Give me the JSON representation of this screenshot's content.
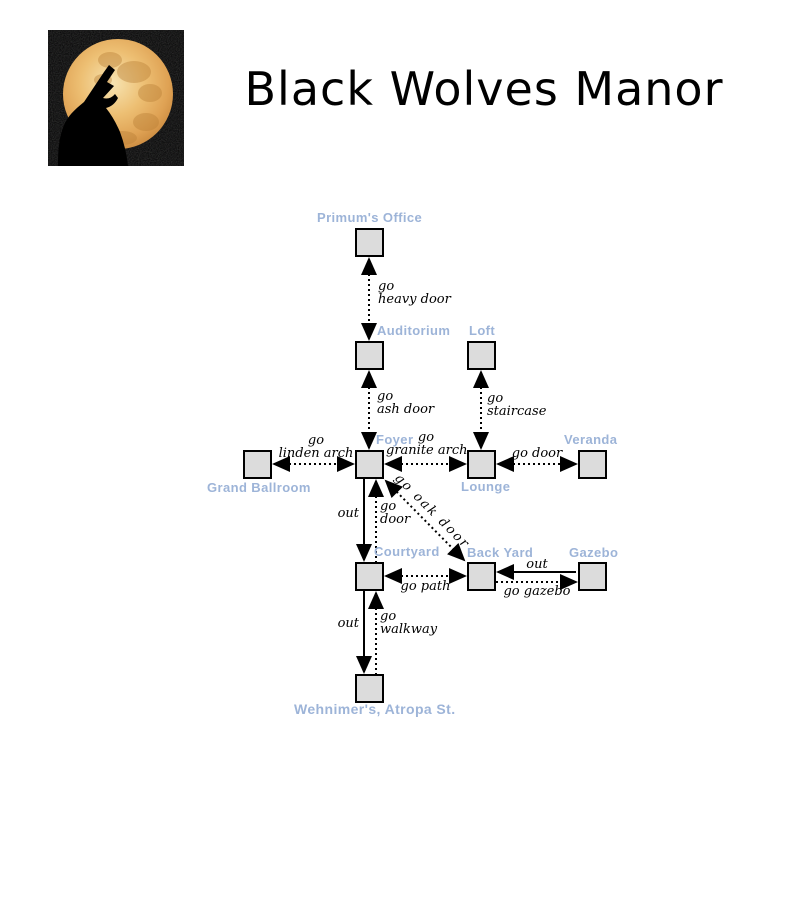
{
  "title": "Black Wolves Manor",
  "logo": {
    "description": "black wolf howling in front of a full orange moon"
  },
  "colors": {
    "room_label": "#9db4d8",
    "node_fill": "#dcdcdc",
    "line": "#000000",
    "title": "#000000",
    "moon": "#eab560"
  },
  "rooms": {
    "primums_office": {
      "label": "Primum's Office"
    },
    "auditorium": {
      "label": "Auditorium"
    },
    "loft": {
      "label": "Loft"
    },
    "foyer": {
      "label": "Foyer"
    },
    "grand_ballroom": {
      "label": "Grand Ballroom"
    },
    "lounge": {
      "label": "Lounge"
    },
    "veranda": {
      "label": "Veranda"
    },
    "courtyard": {
      "label": "Courtyard"
    },
    "back_yard": {
      "label": "Back Yard"
    },
    "gazebo": {
      "label": "Gazebo"
    },
    "street": {
      "label": "Wehnimer's, Atropa St."
    }
  },
  "edge_labels": {
    "heavy_door": {
      "l1": "go",
      "l2": "heavy door"
    },
    "ash_door": {
      "l1": "go",
      "l2": "ash door"
    },
    "staircase": {
      "l1": "go",
      "l2": "staircase"
    },
    "linden_arch": {
      "l1": "go",
      "l2": "linden arch"
    },
    "granite_arch": {
      "l1": "go",
      "l2": "granite arch"
    },
    "veranda_door": {
      "l1": "go door"
    },
    "foyer_out": {
      "l1": "out"
    },
    "foyer_door": {
      "l1": "go",
      "l2": "door"
    },
    "oak_door": {
      "l1": "go oak door"
    },
    "path": {
      "l1": "go path"
    },
    "gazebo_out": {
      "l1": "out"
    },
    "go_gazebo": {
      "l1": "go gazebo"
    },
    "street_out": {
      "l1": "out"
    },
    "walkway": {
      "l1": "go",
      "l2": "walkway"
    }
  }
}
